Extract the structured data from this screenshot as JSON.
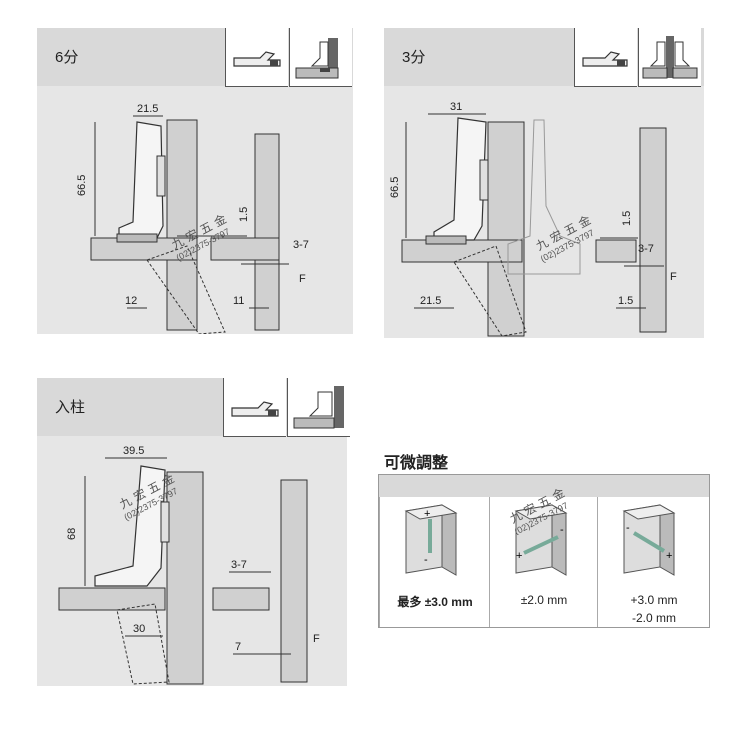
{
  "panels": {
    "p6": {
      "title": "6分",
      "dims": {
        "w": "21.5",
        "h": "66.5",
        "v": "1.5",
        "gap": "3-7",
        "bottom_left": "12",
        "bottom_right": "11",
        "f": "F"
      }
    },
    "p3": {
      "title": "3分",
      "dims": {
        "w": "31",
        "h": "66.5",
        "v": "1.5",
        "gap": "3-7",
        "bottom_left": "21.5",
        "bottom_right": "1.5",
        "f": "F"
      }
    },
    "pin": {
      "title": "入柱",
      "dims": {
        "w": "39.5",
        "h": "68",
        "gap": "3-7",
        "bottom_left": "30",
        "bottom_right": "7",
        "f": "F"
      }
    }
  },
  "watermark": {
    "chars": [
      "九",
      "宏",
      "五",
      "金"
    ],
    "phone": "(02)2375-3797"
  },
  "adjust": {
    "title": "可微調整",
    "cells": [
      {
        "line1": "最多 ±3.0 mm",
        "line2": ""
      },
      {
        "line1": "±2.0 mm",
        "line2": ""
      },
      {
        "line1": "+3.0 mm",
        "line2": "-2.0 mm"
      }
    ]
  },
  "colors": {
    "panel_bg": "#e6e6e6",
    "header_bg": "#d9d9d9",
    "cabinet": "#d0d0d0",
    "outline": "#333333"
  }
}
